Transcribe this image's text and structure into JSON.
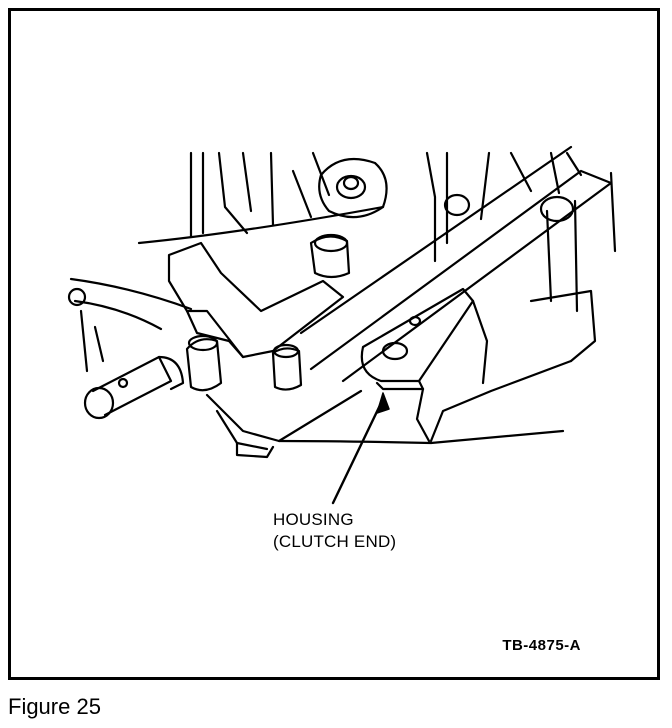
{
  "figure": {
    "caption": "Figure 25",
    "callout": {
      "line1": "HOUSING",
      "line2": "(CLUTCH END)"
    },
    "drawing_id": "TB-4875-A",
    "subject": "transmission-housing-clutch-end"
  }
}
